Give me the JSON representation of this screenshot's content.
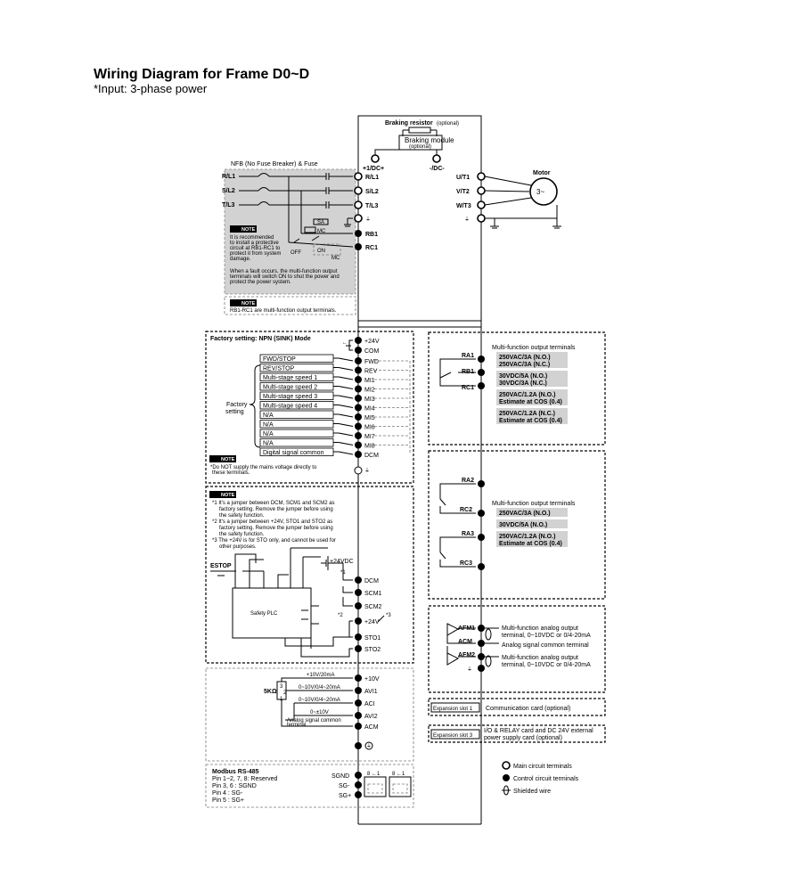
{
  "title": "Wiring Diagram for Frame D0~D",
  "subtitle": "*Input: 3-phase power",
  "braking": {
    "resistor": "Braking resistor",
    "resistor_opt": "(optional)",
    "module": "Braking module",
    "module_opt": "(optional)",
    "dc_plus": "+1/DC+",
    "dc_minus": "-/DC-"
  },
  "power_in": {
    "nfb_label": "NFB (No Fuse Breaker) & Fuse",
    "phases": [
      "R/L1",
      "S/L2",
      "T/L3"
    ],
    "terminals": [
      "R/L1",
      "S/L2",
      "T/L3"
    ],
    "relay": [
      "RB1",
      "RC1"
    ],
    "sa": "SA",
    "mc": "MC",
    "on": "ON",
    "off": "OFF",
    "note_badge": "NOTE",
    "note1": [
      "It is recommended",
      "to install a protective",
      "circuit at RB1-RC1 to",
      "protect it from system",
      "damage."
    ],
    "note2": [
      "When a fault occurs, the multi-function output",
      "terminals will switch ON to shut the power and",
      "protect the power system."
    ],
    "note3": "RB1-RC1 are multi-function output terminals."
  },
  "motor": {
    "label": "Motor",
    "symbol": "3~",
    "terminals": [
      "U/T1",
      "V/T2",
      "W/T3"
    ]
  },
  "digital_inputs": {
    "mode": "Factory setting: NPN (SINK) Mode",
    "top_terminals": [
      "+24V",
      "COM"
    ],
    "factory": [
      "Factory",
      "setting"
    ],
    "rows": [
      {
        "label": "FWD/STOP",
        "terminal": "FWD"
      },
      {
        "label": "REV/STOP",
        "terminal": "REV"
      },
      {
        "label": "Multi-stage speed 1",
        "terminal": "MI1"
      },
      {
        "label": "Multi-stage speed 2",
        "terminal": "MI2"
      },
      {
        "label": "Multi-stage speed 3",
        "terminal": "MI3"
      },
      {
        "label": "Multi-stage speed 4",
        "terminal": "MI4"
      },
      {
        "label": "N/A",
        "terminal": "MI5"
      },
      {
        "label": "N/A",
        "terminal": "MI6"
      },
      {
        "label": "N/A",
        "terminal": "MI7"
      },
      {
        "label": "N/A",
        "terminal": "MI8"
      },
      {
        "label": "Digital signal common",
        "terminal": "DCM"
      }
    ],
    "note_badge": "NOTE",
    "note": [
      "*Do NOT supply the mains voltage directly to",
      "these terminals."
    ]
  },
  "safety": {
    "note_badge": "NOTE",
    "notes": [
      "*1 It's a jumper between DCM, SCM1 and SCM2 as",
      "factory setting. Remove the jumper before using",
      "the safety function.",
      "*2 It's a jumper between +24V, STO1 and STO2 as",
      "factory setting. Remove the jumper before using",
      "the safety function.",
      "*3 The +24V is for STO only, and cannot be used for",
      "other purposes."
    ],
    "estop": "ESTOP",
    "plc": "Safety PLC",
    "supply": "+24VDC",
    "mark1": "*1",
    "mark2": "*2",
    "mark3": "*3",
    "terminals": [
      "DCM",
      "SCM1",
      "SCM2",
      "+24V",
      "STO1",
      "STO2"
    ]
  },
  "analog_inputs": {
    "pot": "5KΩ",
    "pins": [
      "3",
      "2",
      "1"
    ],
    "rows": [
      {
        "label": "+10V/20mA",
        "terminal": "+10V"
      },
      {
        "label": "0~10V/0/4~20mA",
        "terminal": "AVI1"
      },
      {
        "label": "0~10V/0/4~20mA",
        "terminal": "ACI"
      },
      {
        "label": "0~±10V",
        "terminal": "AVI2"
      },
      {
        "label": "Analog signal common terminal",
        "terminal": "ACM"
      }
    ]
  },
  "rs485": {
    "title": "Modbus RS-485",
    "pins": [
      "Pin 1~2, 7, 8: Reserved",
      "Pin 3, 6 : SGND",
      "Pin 4 : SG-",
      "Pin 5 : SG+"
    ],
    "terminals": [
      "SGND",
      "SG-",
      "SG+"
    ],
    "port_range": "8 ←1"
  },
  "relays1": {
    "title": "Multi-function output terminals",
    "terminals": [
      "RA1",
      "RB1",
      "RC1"
    ],
    "ratings": [
      "250VAC/3A (N.O.)",
      "250VAC/3A (N.C.)",
      "30VDC/5A (N.O.)",
      "30VDC/3A (N.C.)",
      "250VAC/1.2A (N.O.)",
      "Estimate at COS (0.4)",
      "250VAC/1.2A (N.C.)",
      "Estimate at COS (0.4)"
    ]
  },
  "relays2": {
    "title": "Multi-function output terminals",
    "terminals": [
      "RA2",
      "RC2",
      "RA3",
      "RC3"
    ],
    "ratings": [
      "250VAC/3A (N.O.)",
      "30VDC/5A (N.O.)",
      "250VAC/1.2A (N.O.)",
      "Estimate at COS (0.4)"
    ]
  },
  "analog_outputs": {
    "terminals": [
      "AFM1",
      "ACM",
      "AFM2"
    ],
    "afm1": [
      "Multi-function analog output",
      "terminal, 0~10VDC or 0/4-20mA"
    ],
    "acm": "Analog signal common terminal",
    "afm2": [
      "Multi-function analog output",
      "terminal, 0~10VDC or 0/4-20mA"
    ]
  },
  "expansion": {
    "slot1": "Expansion slot 1",
    "slot1_desc": "Communication card (optional)",
    "slot3": "Expansion slot 3",
    "slot3_desc": [
      "I/O & RELAY card and DC 24V external",
      "power supply card (optional)"
    ]
  },
  "legend": {
    "main": "Main circuit terminals",
    "control": "Control circuit terminals",
    "shielded": "Shielded wire"
  }
}
